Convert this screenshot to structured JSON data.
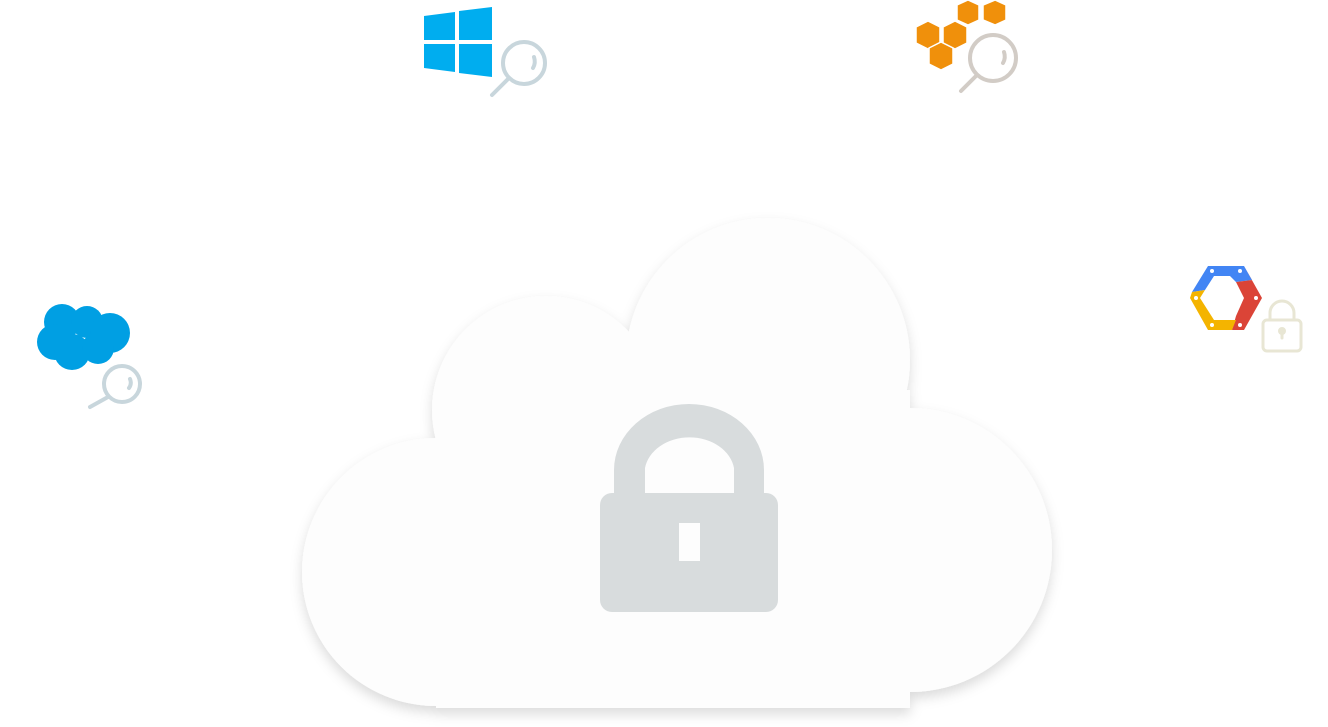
{
  "illustration": {
    "center_icon": "cloud-lock-icon",
    "providers": [
      {
        "name": "windows",
        "icon": "windows-logo-icon",
        "badge": "magnifier-icon",
        "color": "#00adef",
        "badge_color": "#c8d6dc"
      },
      {
        "name": "aws",
        "icon": "aws-cubes-icon",
        "badge": "magnifier-icon",
        "color": "#f0900b",
        "badge_color": "#d2ccc6"
      },
      {
        "name": "salesforce",
        "icon": "salesforce-cloud-icon",
        "badge": "magnifier-icon",
        "color": "#009fe3",
        "badge_color": "#c8d6dc"
      },
      {
        "name": "google-cloud",
        "icon": "google-cloud-hexagon-icon",
        "badge": "padlock-icon",
        "colors": [
          "#4285f4",
          "#db4437",
          "#f4b400"
        ],
        "badge_color": "#e8e6d4"
      }
    ],
    "cloud_color": "#fdfdfd",
    "lock_color": "#d8dcdd"
  }
}
